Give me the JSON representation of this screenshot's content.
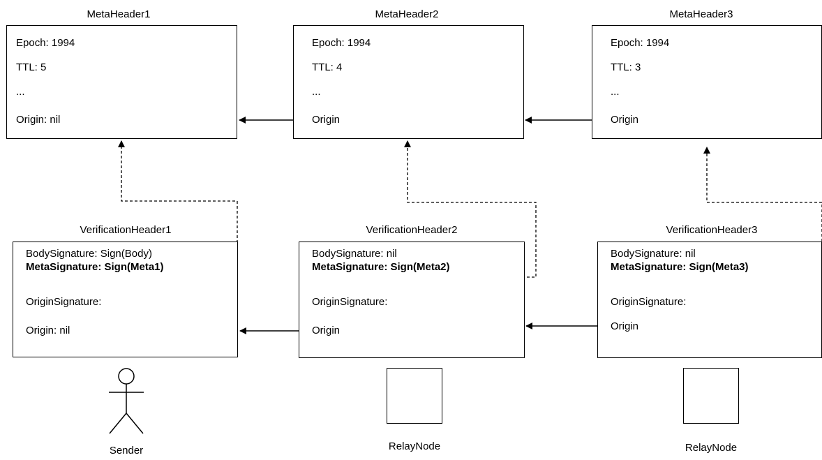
{
  "meta_headers": [
    {
      "title": "MetaHeader1",
      "epoch": "Epoch: 1994",
      "ttl": "TTL: 5",
      "ellipsis": "...",
      "origin": "Origin: nil"
    },
    {
      "title": "MetaHeader2",
      "epoch": "Epoch: 1994",
      "ttl": "TTL: 4",
      "ellipsis": "...",
      "origin": "Origin"
    },
    {
      "title": "MetaHeader3",
      "epoch": "Epoch: 1994",
      "ttl": "TTL: 3",
      "ellipsis": "...",
      "origin": "Origin"
    }
  ],
  "verification_headers": [
    {
      "title": "VerificationHeader1",
      "body_sig": "BodySignature: Sign(Body)",
      "meta_sig": "MetaSignature: Sign(Meta1)",
      "origin_sig": "OriginSignature:",
      "origin": "Origin: nil"
    },
    {
      "title": "VerificationHeader2",
      "body_sig": "BodySignature: nil",
      "meta_sig": "MetaSignature: Sign(Meta2)",
      "origin_sig": "OriginSignature:",
      "origin": "Origin"
    },
    {
      "title": "VerificationHeader3",
      "body_sig": "BodySignature: nil",
      "meta_sig": "MetaSignature: Sign(Meta3)",
      "origin_sig": "OriginSignature:",
      "origin": "Origin"
    }
  ],
  "actors": [
    {
      "label": "Sender",
      "kind": "stick-figure"
    },
    {
      "label": "RelayNode",
      "kind": "square"
    },
    {
      "label": "RelayNode",
      "kind": "square"
    }
  ]
}
